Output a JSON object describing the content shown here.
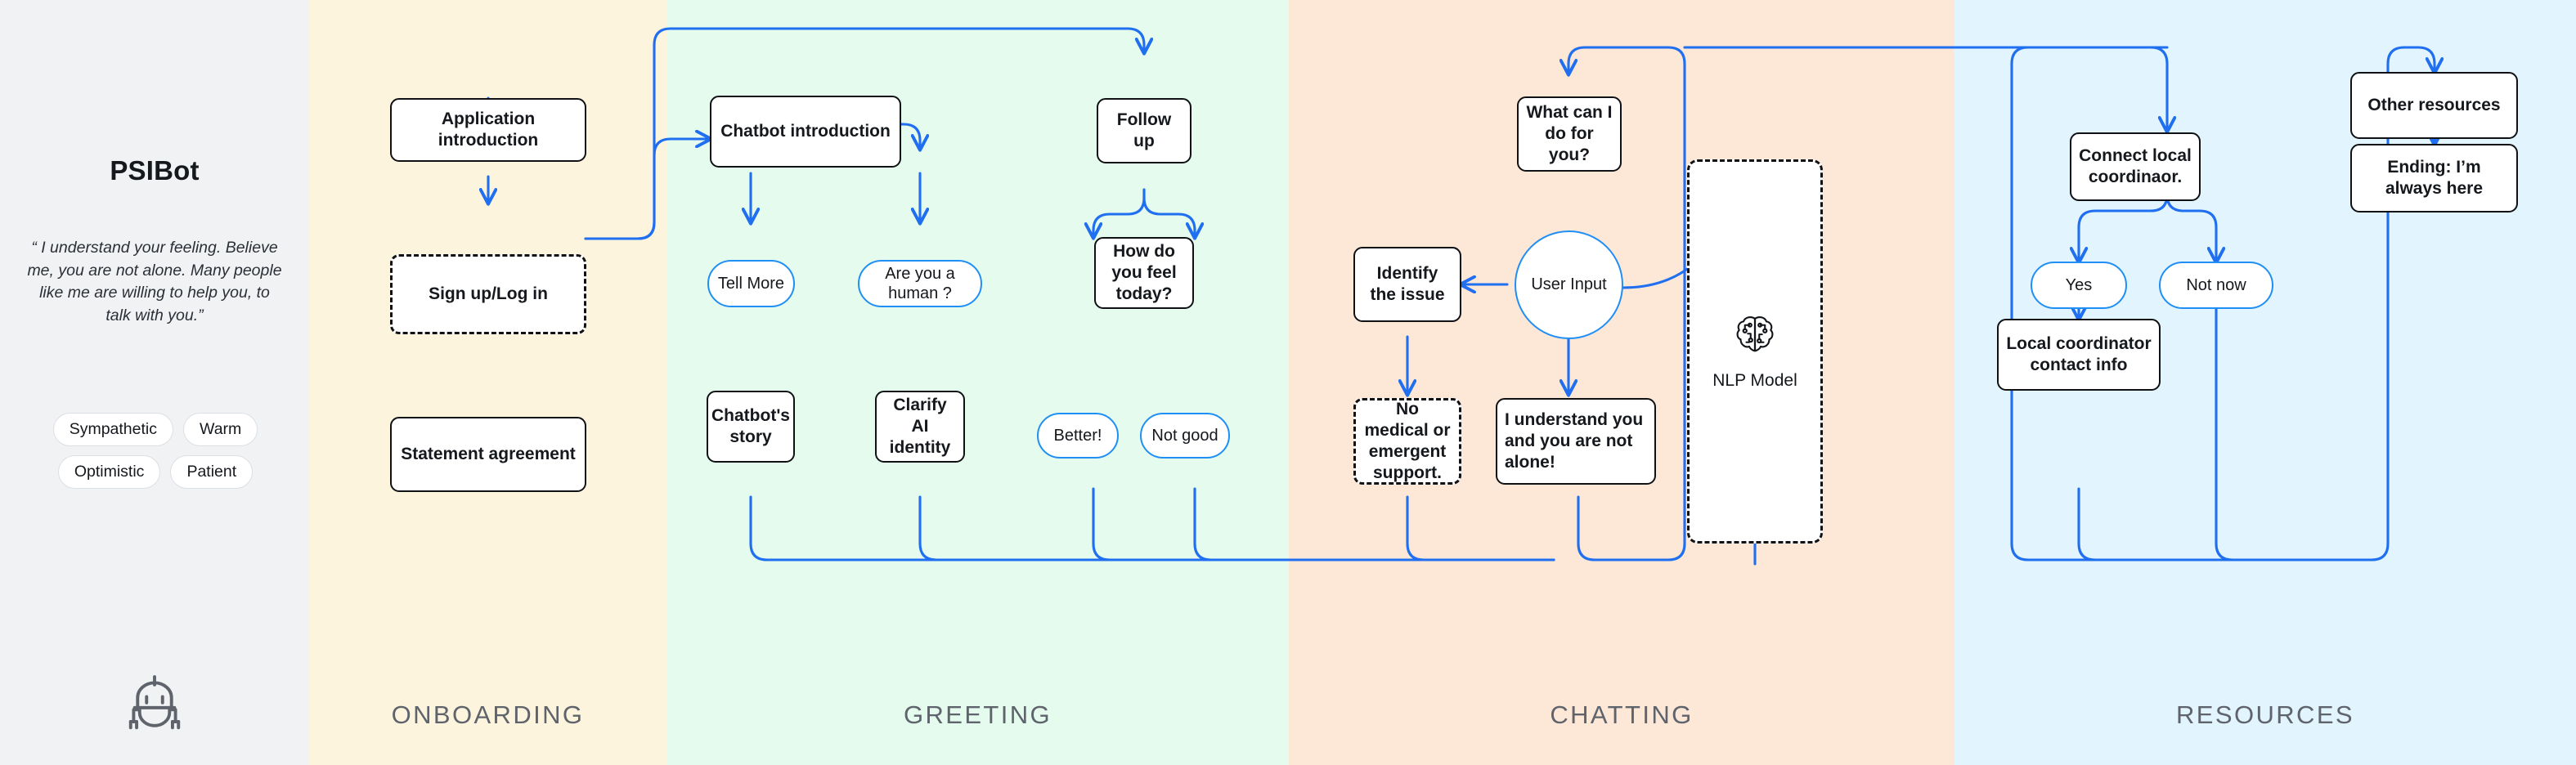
{
  "sidebar": {
    "title": "PSIBot",
    "quote": "“ I understand your feeling. Believe me, you are not alone. Many people like me are willing to help you, to talk with you.”",
    "chips": [
      "Sympathetic",
      "Warm",
      "Optimistic",
      "Patient"
    ],
    "logo_icon": "robot-icon"
  },
  "sections": [
    {
      "key": "onboarding",
      "label": "ONBOARDING",
      "color": "#fdf4dd"
    },
    {
      "key": "greeting",
      "label": "GREETING",
      "color": "#e4fbee"
    },
    {
      "key": "chatting",
      "label": "CHATTING",
      "color": "#fde7d7"
    },
    {
      "key": "resources",
      "label": "RESOURCES",
      "color": "#e2f4fd"
    }
  ],
  "theme": {
    "sidebar_bg": "#f1f2f4",
    "node_border": "#0f1115",
    "accent_blue": "#1f6ff0",
    "pill_blue": "#1f8ff5",
    "label_gray": "#5e636c"
  },
  "nodes": {
    "application_introduction": "Application introduction",
    "sign_up_log_in": "Sign up/Log in",
    "statement_agreement": "Statement agreement",
    "chatbot_introduction": "Chatbot introduction",
    "tell_more": "Tell More",
    "are_you_a_human": "Are you a human ?",
    "chatbots_story": "Chatbot's story",
    "clarify_ai_identity": "Clarify AI identity",
    "follow_up": "Follow up",
    "how_do_you_feel_today": "How do you feel today?",
    "better": "Better!",
    "not_good": "Not good",
    "what_can_i_do_for_you": "What can I do for you?",
    "user_input": "User Input",
    "identify_the_issue": "Identify the issue",
    "no_medical_support": "No medical or emergent support.",
    "i_understand_you": "I understand you and you are not alone!",
    "nlp_model": "NLP Model",
    "nlp_model_icon": "brain-circuit-icon",
    "connect_local_coordinator": "Connect local coordinaor.",
    "yes": "Yes",
    "not_now": "Not now",
    "local_coordinator_contact_info": "Local coordinator contact info",
    "other_resources": "Other resources",
    "ending_im_always_here": "Ending: I’m always here"
  }
}
